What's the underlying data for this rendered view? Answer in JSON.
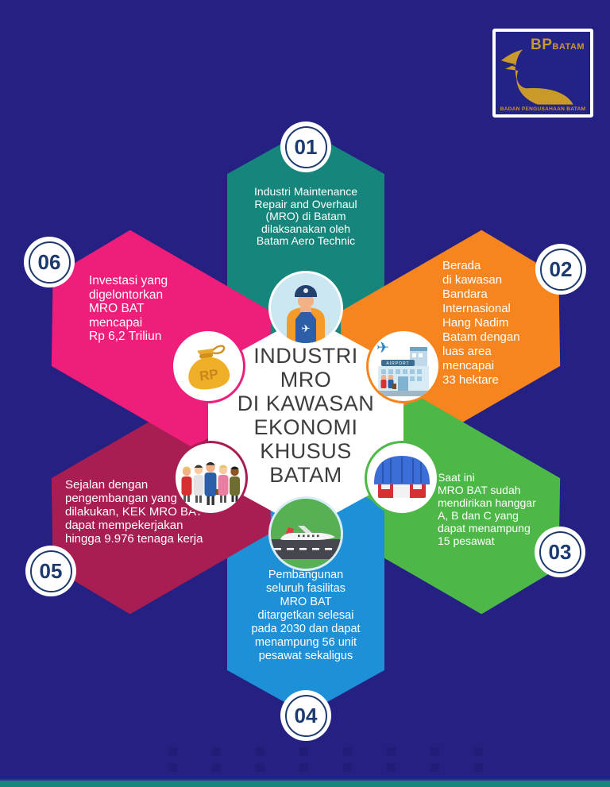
{
  "page": {
    "background_color": "#252183",
    "footer_strip_color": "#16857C",
    "badge_ring_color": "#1D3A6E",
    "center_hexagon_color": "#FFFFFF"
  },
  "logo": {
    "name_primary": "BP",
    "name_secondary": "BATAM",
    "caption": "BADAN PENGUSAHAAN BATAM",
    "gold_color": "#C9992A",
    "icon": "eagle-icon"
  },
  "center": {
    "title": "INDUSTRI\nMRO\nDI KAWASAN\nEKONOMI\nKHUSUS\nBATAM",
    "text_color": "#3D3D3D"
  },
  "sections": [
    {
      "number": "01",
      "color": "#16857C",
      "icon": "aircraft-mechanic-icon",
      "text": "Industri Maintenance\nRepair and Overhaul\n(MRO) di Batam\ndilaksanakan oleh\nBatam Aero Technic"
    },
    {
      "number": "02",
      "color": "#F6851F",
      "icon": "airport-terminal-icon",
      "text": "Berada\ndi kawasan\nBandara\nInternasional\nHang Nadim\nBatam dengan\nluas area\nmencapai\n33 hektare"
    },
    {
      "number": "03",
      "color": "#4DB748",
      "icon": "hangar-icon",
      "text": "Saat ini\nMRO BAT sudah\nmendirikan hanggar\nA, B dan C yang\ndapat menampung\n15 pesawat"
    },
    {
      "number": "04",
      "color": "#1E90D8",
      "icon": "runway-airplane-icon",
      "text": "Pembangunan\nseluruh fasilitas\nMRO BAT\nditargetkan selesai\npada 2030 dan dapat\nmenampung 56 unit\npesawat sekaligus"
    },
    {
      "number": "05",
      "color": "#A91E52",
      "icon": "workers-group-icon",
      "text": "Sejalan dengan\npengembangan yang\ndilakukan, KEK MRO BAT\ndapat mempekerjakan\nhingga 9.976 tenaga kerja"
    },
    {
      "number": "06",
      "color": "#EE1E7A",
      "icon": "money-bag-icon",
      "text": "Investasi yang\ndigelontorkan\nMRO BAT\nmencapai\nRp 6,2 Triliun"
    }
  ]
}
